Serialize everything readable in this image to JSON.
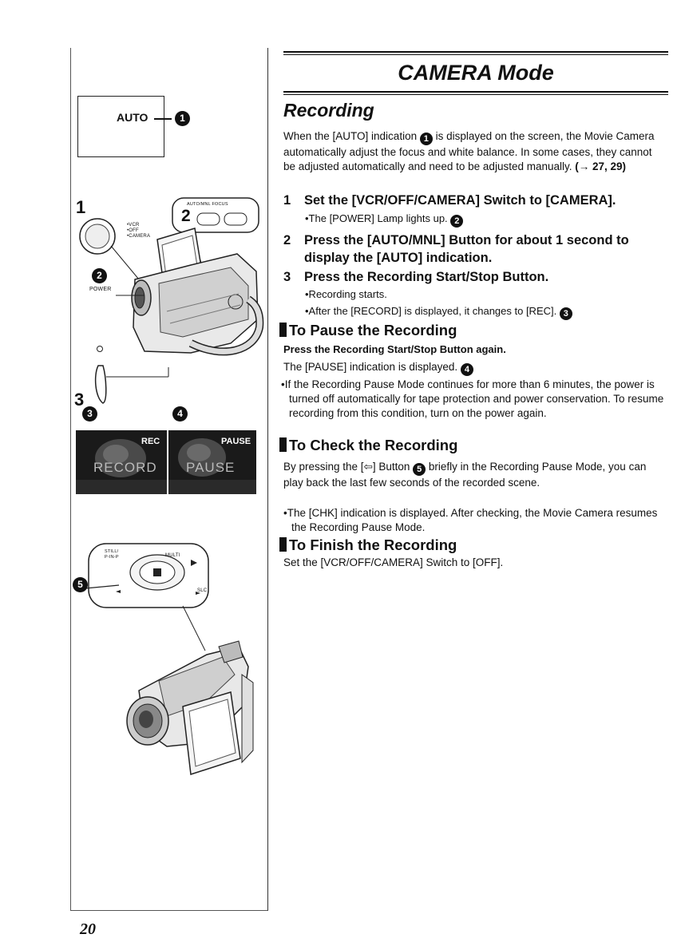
{
  "page_number": "20",
  "illustration": {
    "auto_label": "AUTO",
    "circ_1": "1",
    "step1_num": "1",
    "step2_num": "2",
    "step3_num": "3",
    "switch_labels": [
      "•VCR",
      "•OFF",
      "•CAMERA"
    ],
    "focus_label": "AUTO/MNL FOCUS",
    "circ_2": "2",
    "power_label": "POWER",
    "circ_3": "3",
    "circ_4": "4",
    "screen_record": {
      "tag": "REC",
      "word": "RECORD"
    },
    "screen_pause": {
      "tag": "PAUSE",
      "word": "PAUSE"
    },
    "still_label": "STILL/ P-IN-P",
    "multi_label": "MULTI",
    "slc_label": "SLC",
    "circ_5": "5"
  },
  "header": {
    "title": "CAMERA Mode"
  },
  "recording": {
    "title": "Recording",
    "intro_a": "When the [AUTO] indication ",
    "intro_circ": "1",
    "intro_b": " is displayed on the screen, the Movie Camera automatically adjust the focus and white balance. In some cases, they cannot be adjusted automatically and need to be adjusted manually. ",
    "intro_ref": "(→ 27, 29)",
    "steps": [
      {
        "num": "1",
        "text": "Set the [VCR/OFF/CAMERA] Switch to [CAMERA]."
      },
      {
        "num": "2",
        "text": "Press the [AUTO/MNL] Button for about 1 second to display the [AUTO] indication."
      },
      {
        "num": "3",
        "text": "Press the Recording Start/Stop Button."
      }
    ],
    "step1_note": "•The [POWER] Lamp lights up. ",
    "step1_circ": "2",
    "step3_note1": "•Recording starts.",
    "step3_note2": "•After the [RECORD] is displayed, it changes to [REC]. ",
    "step3_circ": "3"
  },
  "pause": {
    "title": "To Pause the Recording",
    "lead": "Press the Recording Start/Stop Button again.",
    "text": "The [PAUSE] indication is displayed. ",
    "circ": "4",
    "note": "•If the Recording Pause Mode continues for more than 6 minutes, the power is turned off automatically for tape protection and power conservation. To resume recording from this condition, turn on the power again."
  },
  "check": {
    "title": "To Check the Recording",
    "text_a": "By pressing the [",
    "icon": "⇦",
    "text_b": "] Button ",
    "circ": "5",
    "text_c": " briefly in the Recording Pause Mode, you can play back the last few seconds of the recorded scene.",
    "note": "•The [CHK] indication is displayed. After checking, the Movie Camera resumes the Recording Pause Mode."
  },
  "finish": {
    "title": "To Finish the Recording",
    "text": "Set the [VCR/OFF/CAMERA] Switch to [OFF]."
  }
}
